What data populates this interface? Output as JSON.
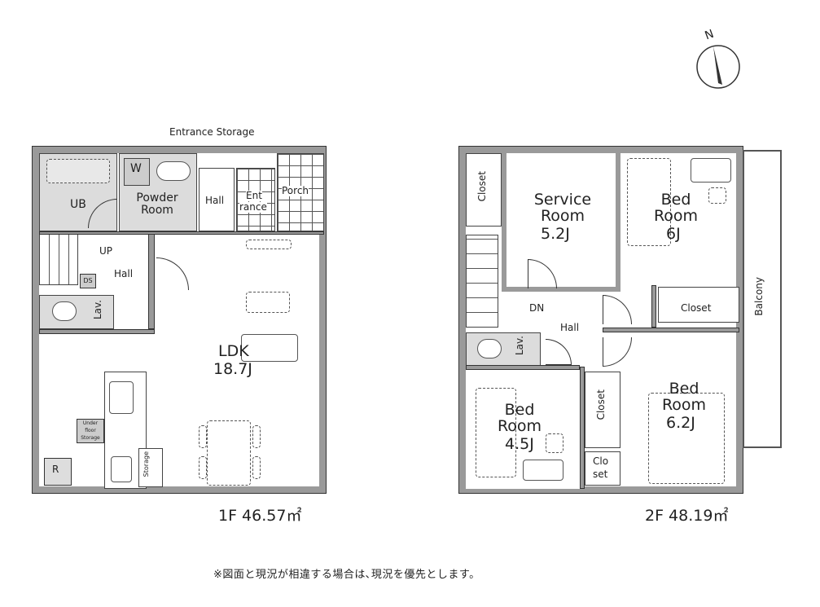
{
  "compass": {
    "label": "N"
  },
  "floor1": {
    "area_label": "1F 46.57㎡",
    "rooms": {
      "unit_bath": "UB",
      "washer": "W",
      "powder_room": "Powder Room",
      "entrance_storage": "Entrance Storage",
      "hall_top": "Hall",
      "entrance_line1": "Ent",
      "entrance_line2": "rance",
      "porch": "Porch",
      "up": "UP",
      "hall": "Hall",
      "ds": "DS",
      "lav": "Lav.",
      "ldk": "LDK",
      "ldk_size": "18.7J",
      "under_floor_storage": "Under floor Storage",
      "refrigerator": "R",
      "storage": "Storage"
    }
  },
  "floor2": {
    "area_label": "2F 48.19㎡",
    "rooms": {
      "closet_top_left": "Closet",
      "service_room": "Service Room",
      "service_room_size": "5.2J",
      "bedroom_ne": "Bed Room",
      "bedroom_ne_size": "6J",
      "closet_ne": "Closet",
      "balcony": "Balcony",
      "dn": "DN",
      "hall": "Hall",
      "lav": "Lav.",
      "closet_mid": "Closet",
      "closet_small_line1": "Clo",
      "closet_small_line2": "set",
      "bedroom_sw": "Bed Room",
      "bedroom_sw_size": "4.5J",
      "bedroom_se": "Bed Room",
      "bedroom_se_size": "6.2J"
    }
  },
  "footer_note": "※図面と現況が相違する場合は､現況を優先とします。"
}
